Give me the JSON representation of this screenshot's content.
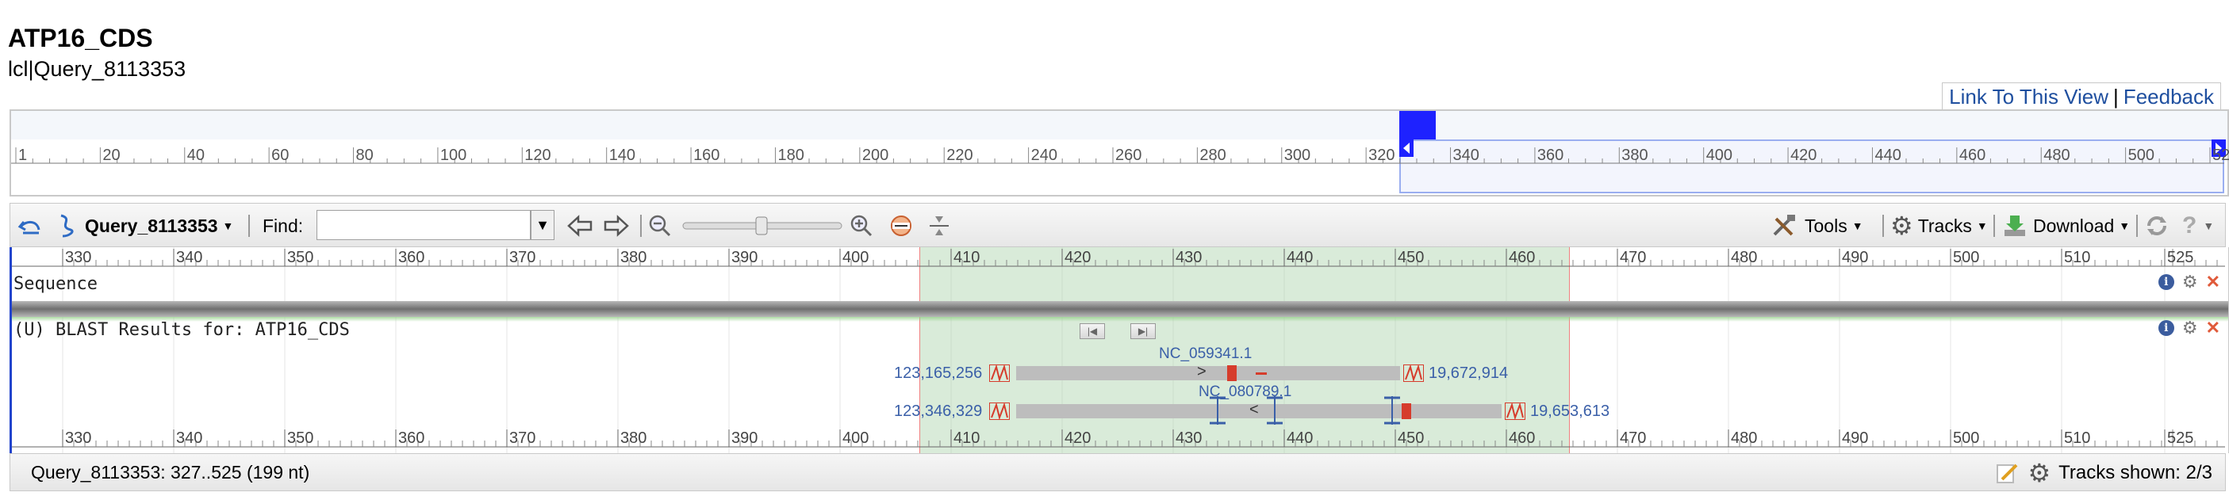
{
  "header": {
    "title": "ATP16_CDS",
    "subtitle": "lcl|Query_8113353",
    "link_view": "Link To This View",
    "link_sep": "|",
    "link_feedback": "Feedback"
  },
  "overview": {
    "ticks": [
      "1",
      "20",
      "40",
      "60",
      "80",
      "100",
      "120",
      "140",
      "160",
      "180",
      "200",
      "220",
      "240",
      "260",
      "280",
      "300",
      "320",
      "340",
      "360",
      "380",
      "400",
      "420",
      "440",
      "460",
      "480",
      "500",
      "52"
    ]
  },
  "toolbar": {
    "query_label": "Query_8113353",
    "find_label": "Find:",
    "find_value": "",
    "tools_label": "Tools",
    "tracks_label": "Tracks",
    "download_label": "Download"
  },
  "ruler": {
    "ticks": [
      "330",
      "340",
      "350",
      "360",
      "370",
      "380",
      "390",
      "400",
      "410",
      "420",
      "430",
      "440",
      "450",
      "460",
      "470",
      "480",
      "490",
      "500",
      "510",
      "525"
    ]
  },
  "tracks": {
    "sequence_label": "Sequence",
    "blast_label": "(U) BLAST Results for: ATP16_CDS"
  },
  "hits": [
    {
      "name": "NC_059341.1",
      "left_pos": "123,165,256",
      "right_pos": "19,672,914",
      "strand": ">"
    },
    {
      "name": "NC_080789.1",
      "left_pos": "123,346,329",
      "right_pos": "19,653,613",
      "strand": "<"
    }
  ],
  "status": {
    "range_text": "Query_8113353: 327..525 (199 nt)",
    "tracks_shown": "Tracks shown: 2/3"
  },
  "colors": {
    "link": "#1f4f9f",
    "selection": "#1e22ff",
    "hit_red": "#d63c2c",
    "range_green": "#a0cda0"
  },
  "icons": [
    "undo-icon",
    "query-icon",
    "find-dropdown-icon",
    "back-arrow-icon",
    "forward-arrow-icon",
    "zoom-out-icon",
    "zoom-in-icon",
    "atg-icon",
    "collapse-icon",
    "tools-icon",
    "gear-icon",
    "download-icon",
    "refresh-icon",
    "help-icon",
    "info-icon",
    "close-icon",
    "edit-icon"
  ]
}
